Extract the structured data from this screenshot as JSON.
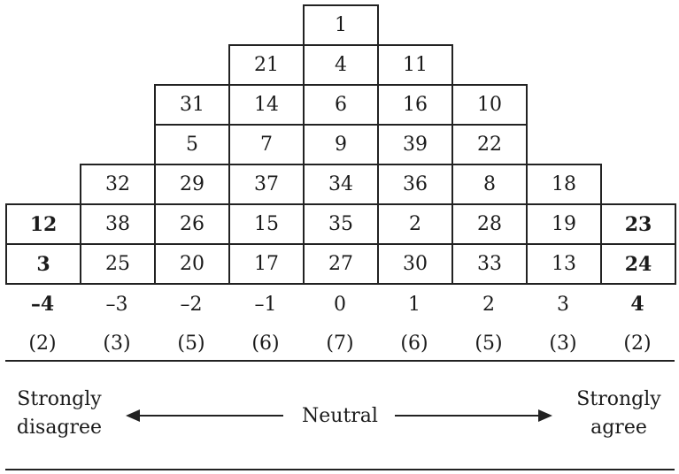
{
  "columns": [
    {
      "score": "–4",
      "count": "(2)",
      "bold_score": true,
      "items": [
        {
          "v": "3",
          "b": true
        },
        {
          "v": "12",
          "b": true
        }
      ]
    },
    {
      "score": "–3",
      "count": "(3)",
      "bold_score": false,
      "items": [
        {
          "v": "25"
        },
        {
          "v": "38"
        },
        {
          "v": "32"
        }
      ]
    },
    {
      "score": "–2",
      "count": "(5)",
      "bold_score": false,
      "items": [
        {
          "v": "20"
        },
        {
          "v": "26"
        },
        {
          "v": "29"
        },
        {
          "v": "5"
        },
        {
          "v": "31"
        }
      ]
    },
    {
      "score": "–1",
      "count": "(6)",
      "bold_score": false,
      "items": [
        {
          "v": "17"
        },
        {
          "v": "15"
        },
        {
          "v": "37"
        },
        {
          "v": "7"
        },
        {
          "v": "14"
        },
        {
          "v": "21"
        }
      ]
    },
    {
      "score": "0",
      "count": "(7)",
      "bold_score": false,
      "items": [
        {
          "v": "27"
        },
        {
          "v": "35"
        },
        {
          "v": "34"
        },
        {
          "v": "9"
        },
        {
          "v": "6"
        },
        {
          "v": "4"
        },
        {
          "v": "1"
        }
      ]
    },
    {
      "score": "1",
      "count": "(6)",
      "bold_score": false,
      "items": [
        {
          "v": "30"
        },
        {
          "v": "2"
        },
        {
          "v": "36"
        },
        {
          "v": "39"
        },
        {
          "v": "16"
        },
        {
          "v": "11"
        }
      ]
    },
    {
      "score": "2",
      "count": "(5)",
      "bold_score": false,
      "items": [
        {
          "v": "33"
        },
        {
          "v": "28"
        },
        {
          "v": "8"
        },
        {
          "v": "22"
        },
        {
          "v": "10"
        }
      ]
    },
    {
      "score": "3",
      "count": "(3)",
      "bold_score": false,
      "items": [
        {
          "v": "13"
        },
        {
          "v": "19"
        },
        {
          "v": "18"
        }
      ]
    },
    {
      "score": "4",
      "count": "(2)",
      "bold_score": true,
      "items": [
        {
          "v": "24",
          "b": true
        },
        {
          "v": "23",
          "b": true
        }
      ]
    }
  ],
  "scale": {
    "left_label_line1": "Strongly",
    "left_label_line2": "disagree",
    "center_label": "Neutral",
    "right_label_line1": "Strongly",
    "right_label_line2": "agree"
  }
}
